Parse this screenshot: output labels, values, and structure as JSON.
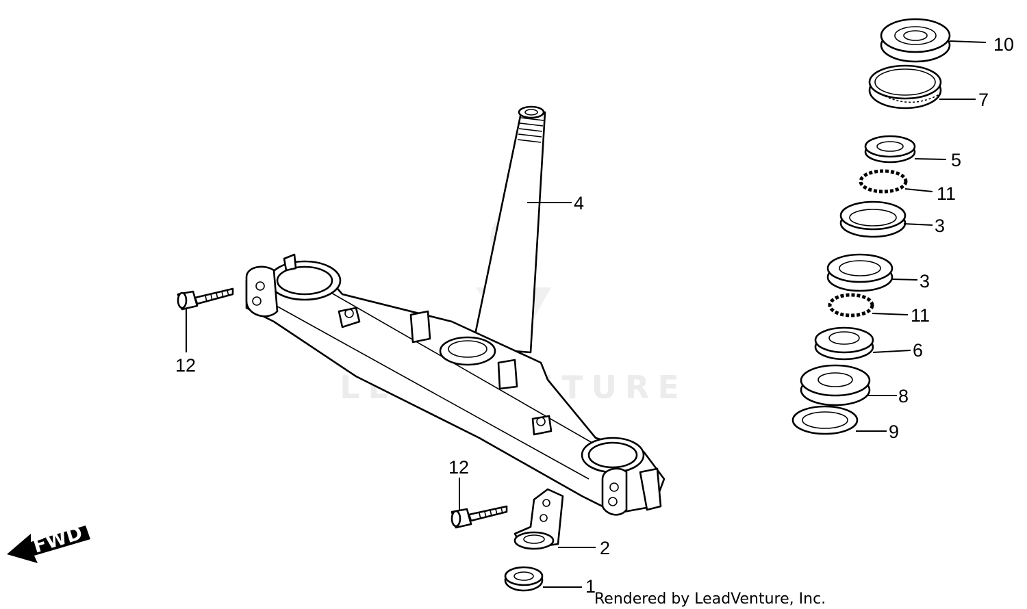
{
  "diagram": {
    "watermark_text": "LEADVENTURE",
    "credit": "Rendered by LeadVenture, Inc.",
    "fwd_label": "FWD",
    "callouts": [
      {
        "id": "c10",
        "label": "10"
      },
      {
        "id": "c7",
        "label": "7"
      },
      {
        "id": "c5",
        "label": "5"
      },
      {
        "id": "c11a",
        "label": "11"
      },
      {
        "id": "c3a",
        "label": "3"
      },
      {
        "id": "c3b",
        "label": "3"
      },
      {
        "id": "c11b",
        "label": "11"
      },
      {
        "id": "c6",
        "label": "6"
      },
      {
        "id": "c8",
        "label": "8"
      },
      {
        "id": "c9",
        "label": "9"
      },
      {
        "id": "c4",
        "label": "4"
      },
      {
        "id": "c12a",
        "label": "12"
      },
      {
        "id": "c12b",
        "label": "12"
      },
      {
        "id": "c2",
        "label": "2"
      },
      {
        "id": "c1",
        "label": "1"
      }
    ]
  }
}
